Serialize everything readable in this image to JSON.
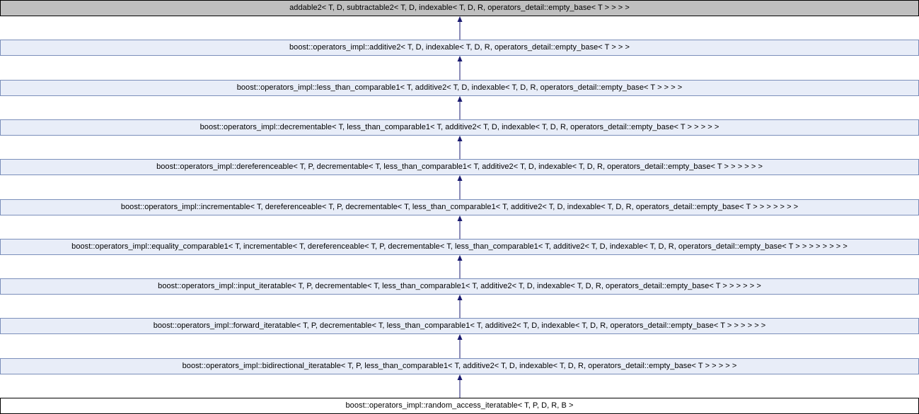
{
  "diagram": {
    "title": "",
    "colors": {
      "base_fill": "#bfbfbf",
      "link_fill": "#e8edf8",
      "link_border": "#7b8fba",
      "current_fill": "#ffffff",
      "edge": "#191970"
    },
    "nodes": [
      {
        "id": "n0",
        "kind": "base",
        "label": "addable2< T, D, subtractable2< T, D, indexable< T, D, R, operators_detail::empty_base< T > > > >"
      },
      {
        "id": "n1",
        "kind": "link",
        "label": "boost::operators_impl::additive2< T, D, indexable< T, D, R, operators_detail::empty_base< T > > >"
      },
      {
        "id": "n2",
        "kind": "link",
        "label": "boost::operators_impl::less_than_comparable1< T, additive2< T, D, indexable< T, D, R, operators_detail::empty_base< T > > > >"
      },
      {
        "id": "n3",
        "kind": "link",
        "label": "boost::operators_impl::decrementable< T, less_than_comparable1< T, additive2< T, D, indexable< T, D, R, operators_detail::empty_base< T > > > > >"
      },
      {
        "id": "n4",
        "kind": "link",
        "label": "boost::operators_impl::dereferenceable< T, P, decrementable< T, less_than_comparable1< T, additive2< T, D, indexable< T, D, R, operators_detail::empty_base< T > > > > > >"
      },
      {
        "id": "n5",
        "kind": "link",
        "label": "boost::operators_impl::incrementable< T, dereferenceable< T, P, decrementable< T, less_than_comparable1< T, additive2< T, D, indexable< T, D, R, operators_detail::empty_base< T > > > > > > >"
      },
      {
        "id": "n6",
        "kind": "link",
        "label": "boost::operators_impl::equality_comparable1< T, incrementable< T, dereferenceable< T, P, decrementable< T, less_than_comparable1< T, additive2< T, D, indexable< T, D, R, operators_detail::empty_base< T > > > > > > > >"
      },
      {
        "id": "n7",
        "kind": "link",
        "label": "boost::operators_impl::input_iteratable< T, P, decrementable< T, less_than_comparable1< T, additive2< T, D, indexable< T, D, R, operators_detail::empty_base< T > > > > > >"
      },
      {
        "id": "n8",
        "kind": "link",
        "label": "boost::operators_impl::forward_iteratable< T, P, decrementable< T, less_than_comparable1< T, additive2< T, D, indexable< T, D, R, operators_detail::empty_base< T > > > > > >"
      },
      {
        "id": "n9",
        "kind": "link",
        "label": "boost::operators_impl::bidirectional_iteratable< T, P, less_than_comparable1< T, additive2< T, D, indexable< T, D, R, operators_detail::empty_base< T > > > > >"
      },
      {
        "id": "n10",
        "kind": "current",
        "label": "boost::operators_impl::random_access_iteratable< T, P, D, R, B >"
      }
    ],
    "edges": [
      {
        "from": "n1",
        "to": "n0"
      },
      {
        "from": "n2",
        "to": "n1"
      },
      {
        "from": "n3",
        "to": "n2"
      },
      {
        "from": "n4",
        "to": "n3"
      },
      {
        "from": "n5",
        "to": "n4"
      },
      {
        "from": "n6",
        "to": "n5"
      },
      {
        "from": "n7",
        "to": "n6"
      },
      {
        "from": "n8",
        "to": "n7"
      },
      {
        "from": "n9",
        "to": "n8"
      },
      {
        "from": "n10",
        "to": "n9"
      }
    ]
  }
}
